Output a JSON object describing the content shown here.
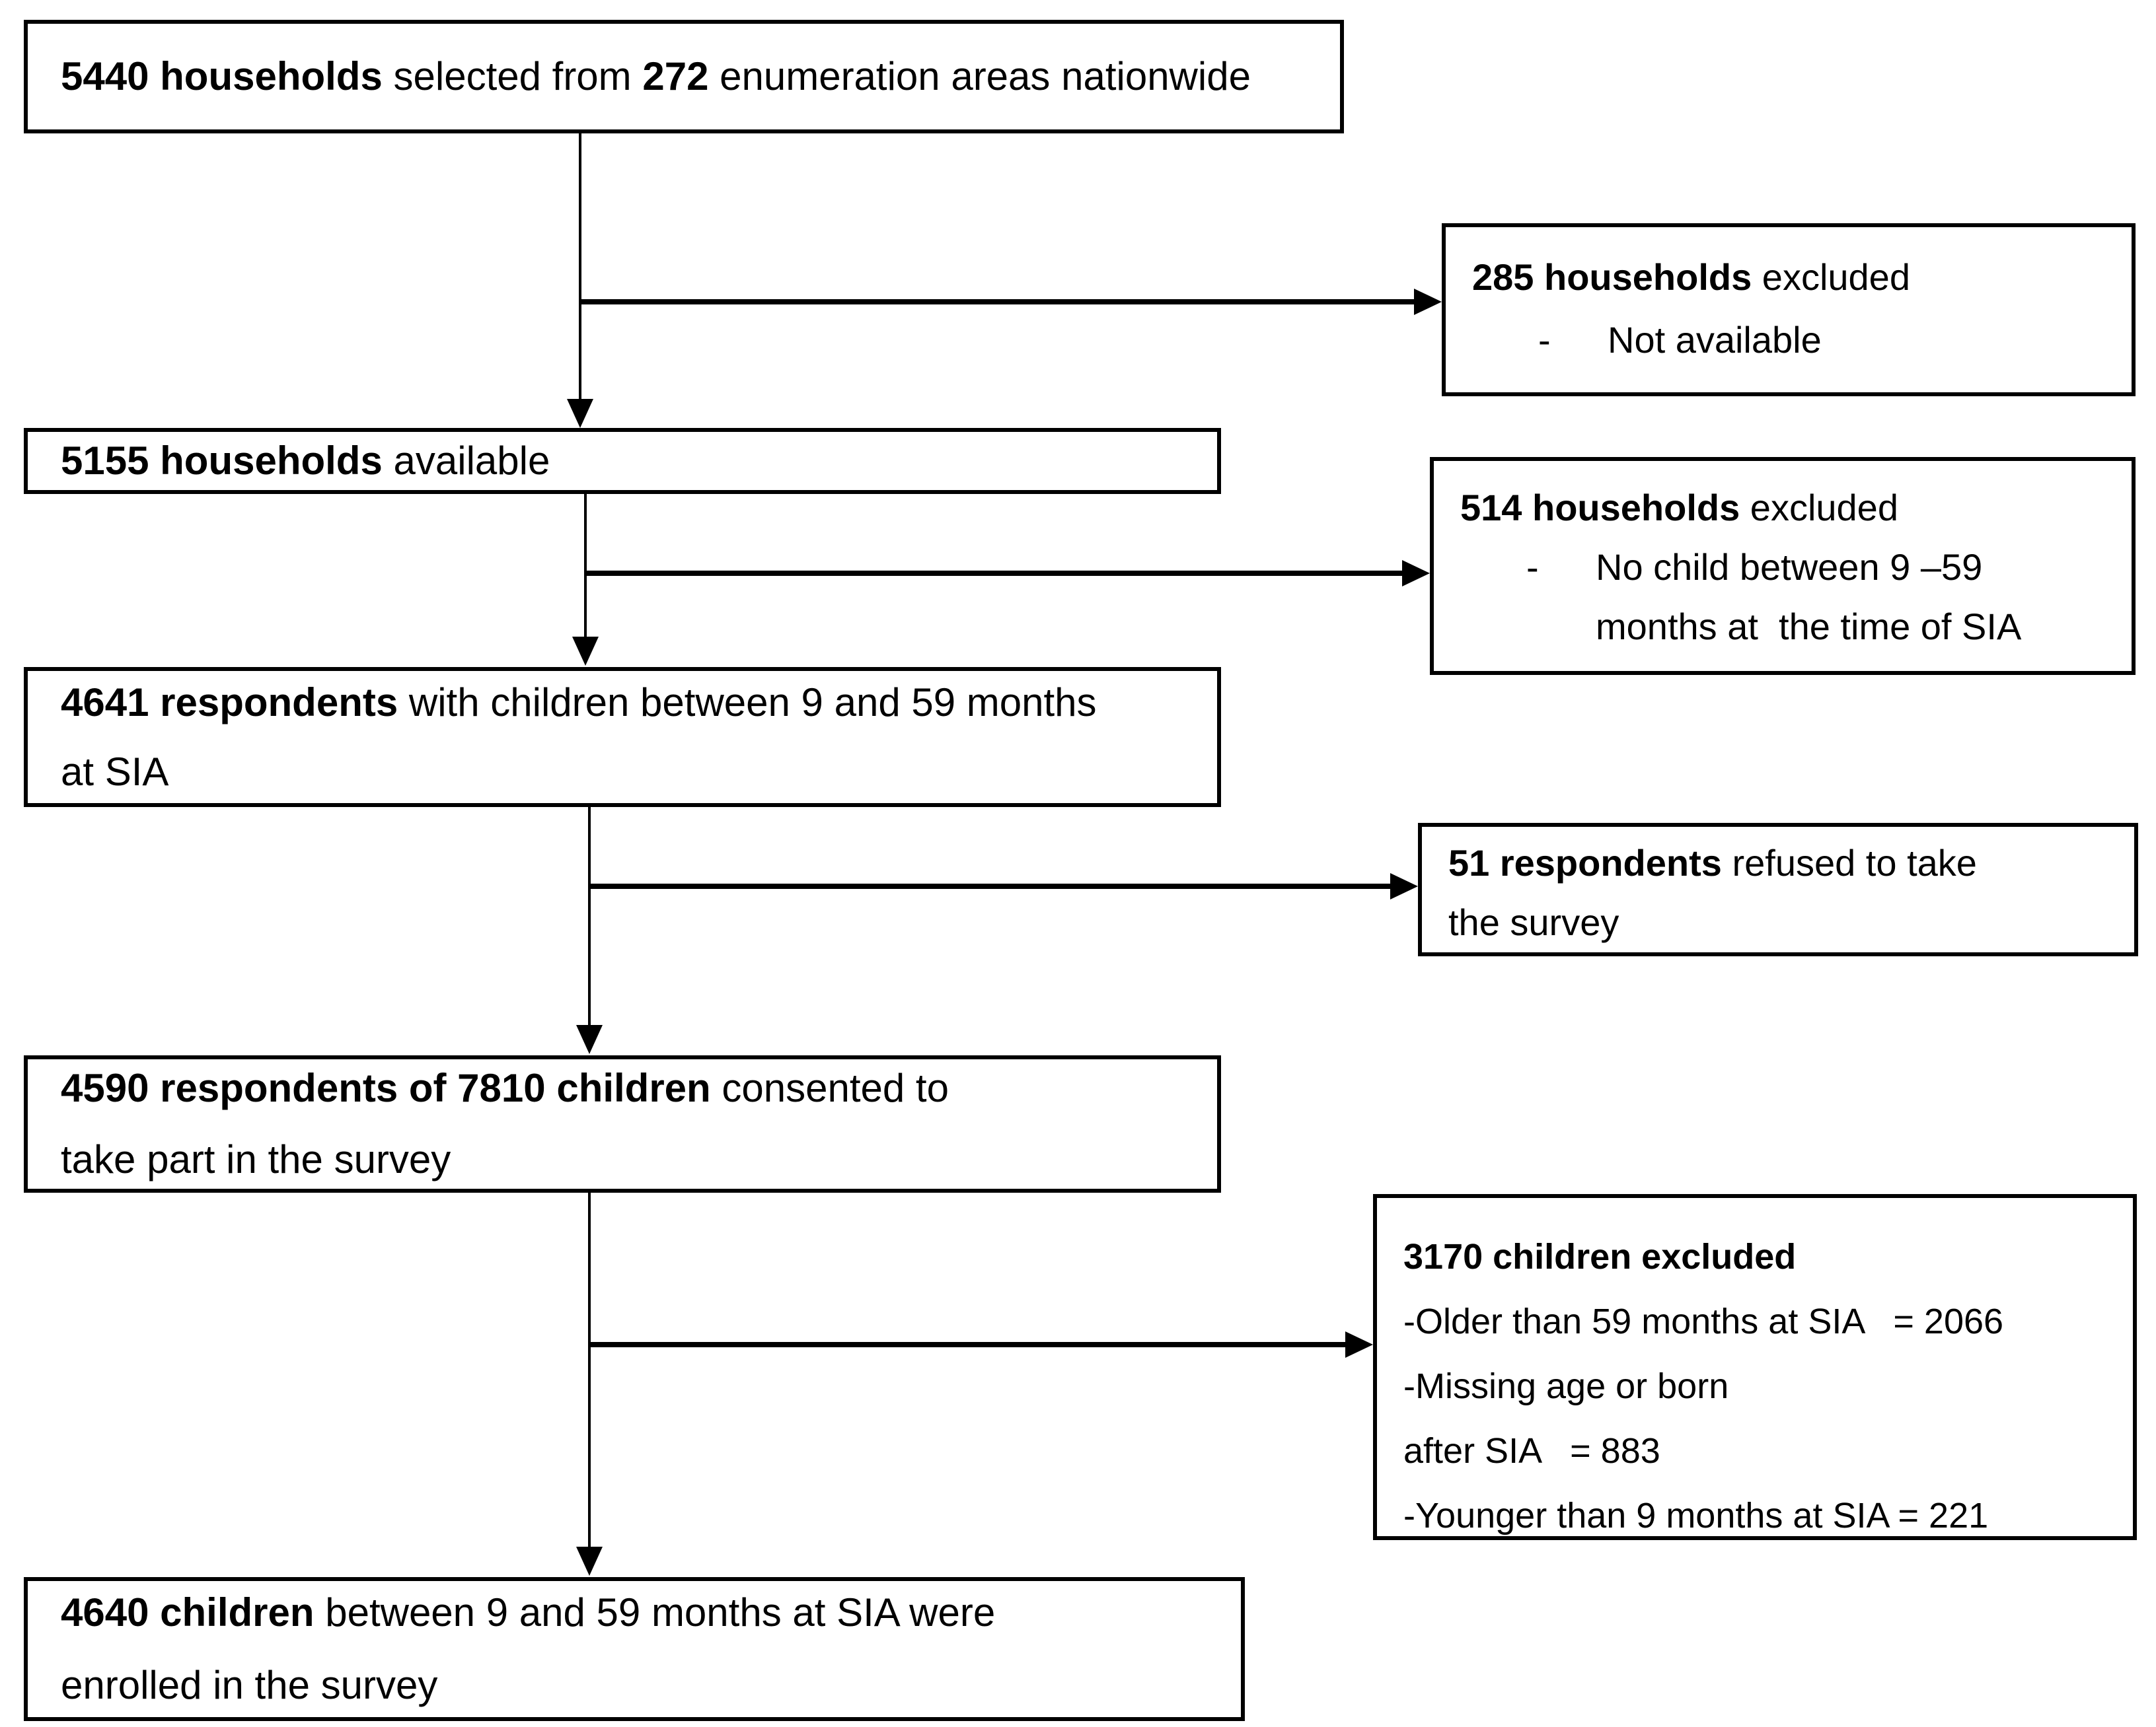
{
  "colors": {
    "ink": "#000000",
    "paper": "#ffffff"
  },
  "boxes": {
    "box1": {
      "bold1": "5440 households",
      "text1": " selected from ",
      "bold2": "272",
      "text2": " enumeration areas nationwide"
    },
    "box2": {
      "bold": "285 households",
      "rest": " excluded",
      "dash": "-",
      "item": "Not available"
    },
    "box3": {
      "bold": "5155 households",
      "rest": " available"
    },
    "box4": {
      "bold": "514 households",
      "rest": " excluded",
      "dash": "-",
      "item_line1": "No child between 9 –59",
      "item_line2": "months at  the time of SIA"
    },
    "box5": {
      "bold": "4641 respondents",
      "rest": " with children between 9 and 59 months",
      "line2": "at SIA"
    },
    "box6": {
      "bold": "51 respondents",
      "rest": " refused to take",
      "line2": "the survey"
    },
    "box7": {
      "bold": "4590 respondents of 7810 children",
      "rest": " consented to",
      "line2": "take part in the survey"
    },
    "box8": {
      "title": "3170 children excluded",
      "line1": "-Older than 59 months at SIA   = 2066",
      "line2": "-Missing age or born",
      "line3": "after SIA   = 883",
      "line4": "-Younger than 9 months at SIA = 221"
    },
    "box9": {
      "bold": "4640 children",
      "rest": " between 9 and 59 months at SIA were",
      "line2": "enrolled in the survey"
    }
  }
}
